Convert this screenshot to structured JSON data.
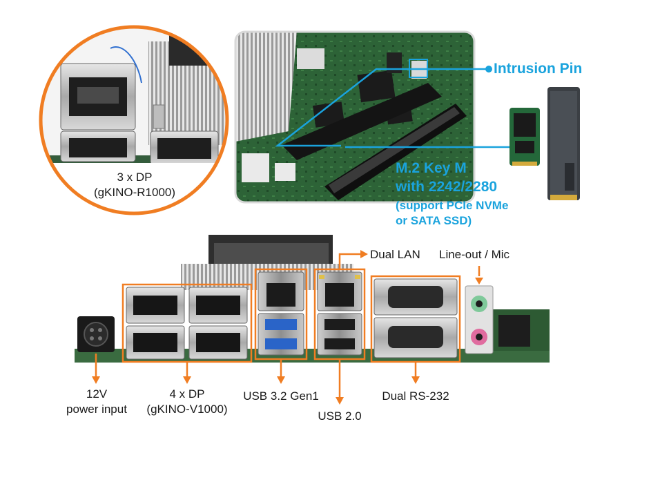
{
  "zoom_inset": {
    "label_line1": "3 x DP",
    "label_line2": "(gKINO-R1000)"
  },
  "callouts": {
    "intrusion_pin": "Intrusion Pin",
    "m2_line1": "M.2 Key M",
    "m2_line2": "with 2242/2280",
    "m2_line3": "(support PCIe NVMe",
    "m2_line4": "or SATA SSD)"
  },
  "io_labels": {
    "power_line1": "12V",
    "power_line2": "power input",
    "dp_line1": "4 x DP",
    "dp_line2": "(gKINO-V1000)",
    "usb32": "USB 3.2 Gen1",
    "usb20": "USB 2.0",
    "dual_lan": "Dual LAN",
    "line_out": "Line-out / Mic",
    "rs232": "Dual RS-232"
  },
  "colors": {
    "accent_orange": "#f07d22",
    "callout_blue": "#1aa3dd",
    "pcb_green": "#2f6b3a"
  }
}
